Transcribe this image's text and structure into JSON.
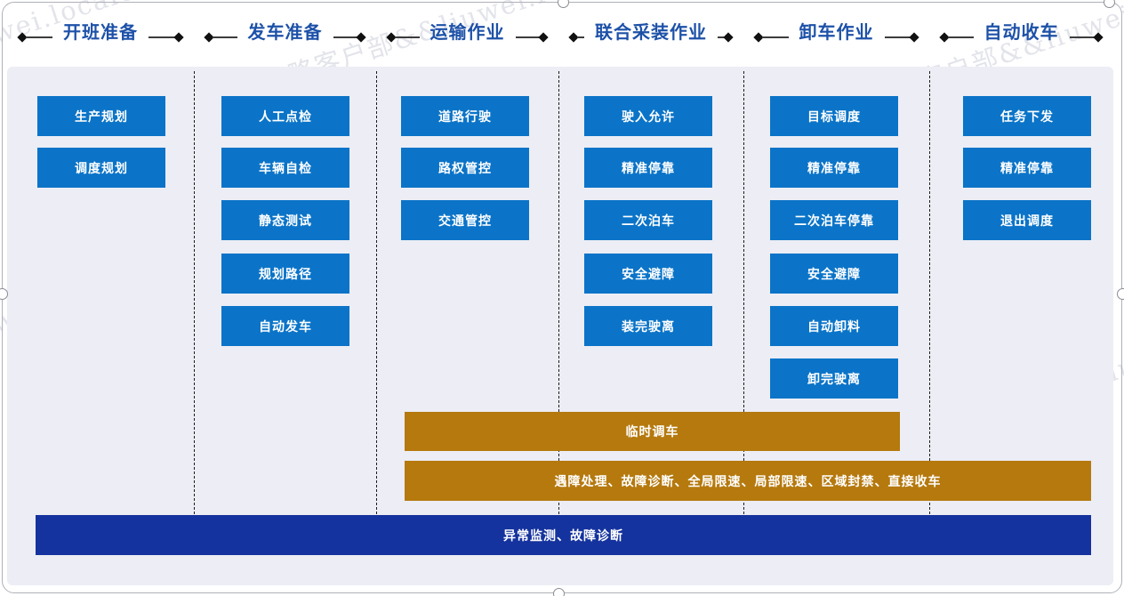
{
  "watermark": {
    "text": "战略客户部&&liuwei.local&&刘威"
  },
  "colors": {
    "step_blue": "#0b74c8",
    "bar_gold": "#b5790e",
    "bar_navy": "#15339e",
    "header_text_blue": "#1d51a8",
    "panel_background": "#ecedf5"
  },
  "columns": [
    {
      "header": "开班准备",
      "steps": [
        "生产规划",
        "调度规划"
      ]
    },
    {
      "header": "发车准备",
      "steps": [
        "人工点检",
        "车辆自检",
        "静态测试",
        "规划路径",
        "自动发车"
      ]
    },
    {
      "header": "运输作业",
      "steps": [
        "道路行驶",
        "路权管控",
        "交通管控"
      ]
    },
    {
      "header": "联合采装作业",
      "steps": [
        "驶入允许",
        "精准停靠",
        "二次泊车",
        "安全避障",
        "装完驶离"
      ]
    },
    {
      "header": "卸车作业",
      "steps": [
        "目标调度",
        "精准停靠",
        "二次泊车停靠",
        "安全避障",
        "自动卸料",
        "卸完驶离"
      ]
    },
    {
      "header": "自动收车",
      "steps": [
        "任务下发",
        "精准停靠",
        "退出调度"
      ]
    }
  ],
  "bars": [
    {
      "label": "临时调车",
      "style": "gold"
    },
    {
      "label": "遇障处理、故障诊断、全局限速、局部限速、区域封禁、直接收车",
      "style": "gold"
    },
    {
      "label": "异常监测、故障诊断",
      "style": "navy"
    }
  ]
}
